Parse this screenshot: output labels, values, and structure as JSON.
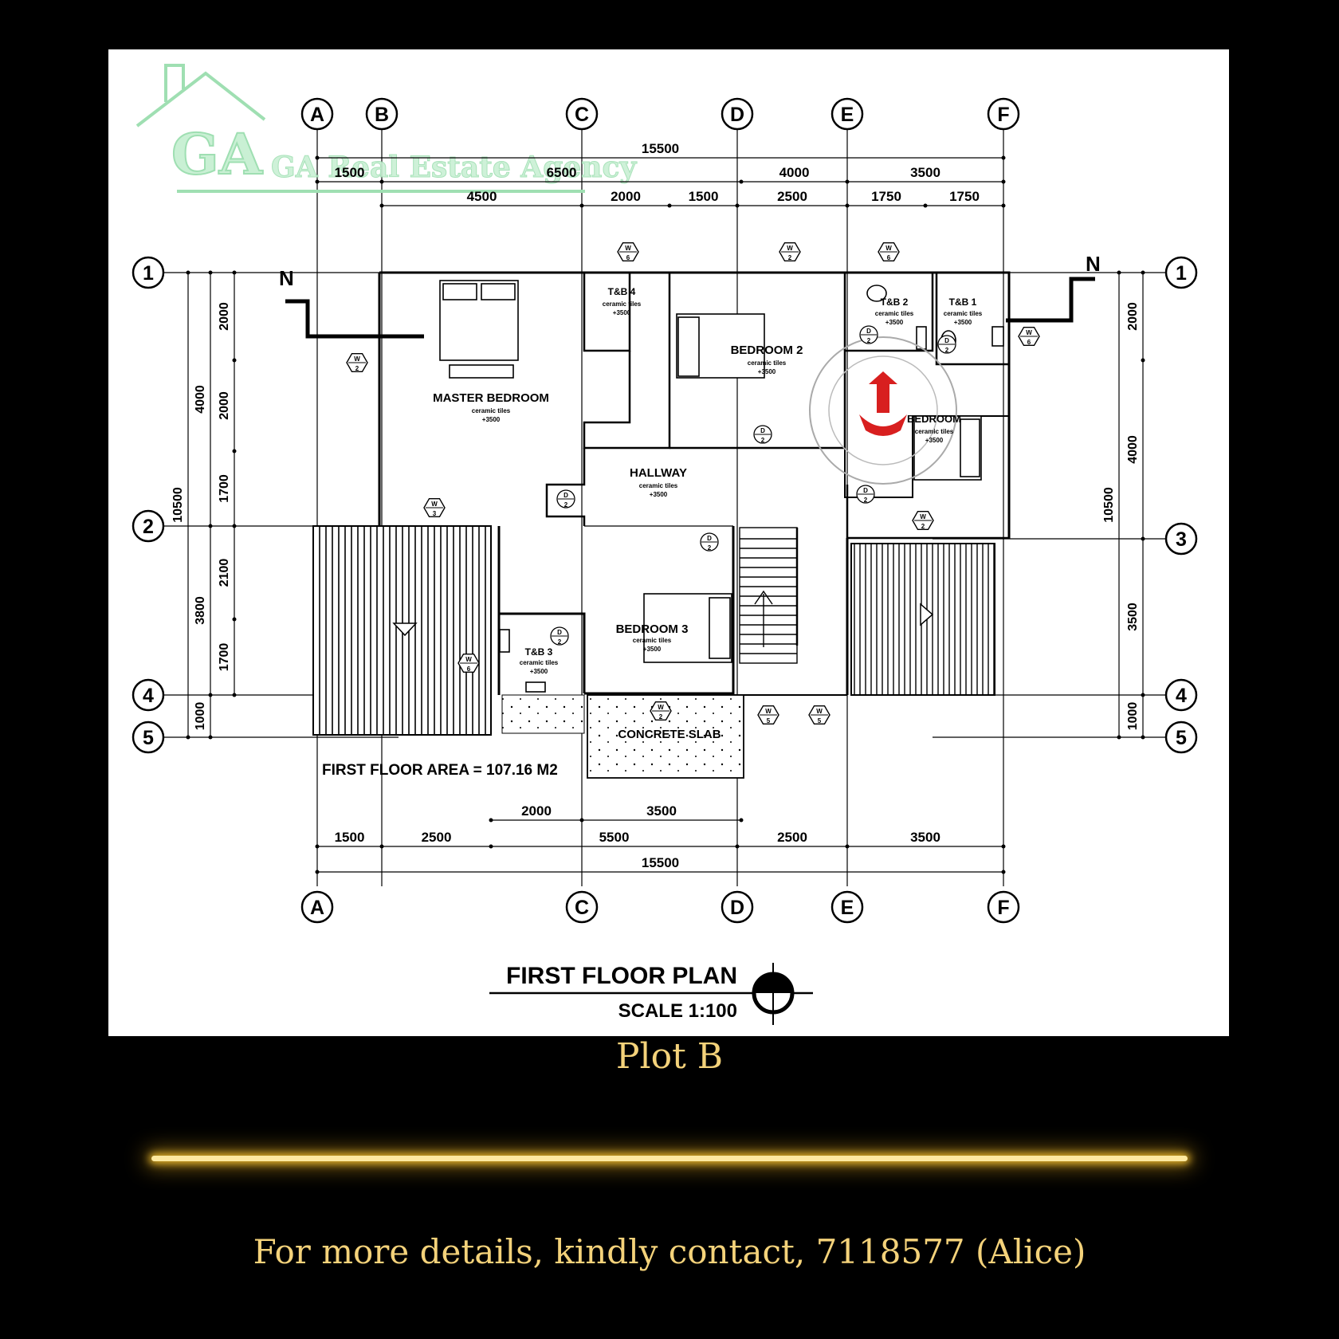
{
  "plan": {
    "title": "FIRST FLOOR PLAN",
    "scale": "SCALE 1:100",
    "area_note": "FIRST FLOOR AREA = 107.16 M2",
    "watermark": "GA Real Estate Agency",
    "grid_cols": [
      "A",
      "B",
      "C",
      "D",
      "E",
      "F"
    ],
    "grid_cols_bottom": [
      "A",
      "C",
      "D",
      "E",
      "F"
    ],
    "grid_rows_left": [
      "1",
      "2",
      "4",
      "5"
    ],
    "grid_rows_right": [
      "1",
      "3",
      "4",
      "5"
    ],
    "dims_top": {
      "total": "15500",
      "row2": [
        "1500",
        "6500",
        "4000",
        "3500"
      ],
      "row3": [
        "4500",
        "2000",
        "1500",
        "2500",
        "1750",
        "1750"
      ]
    },
    "dims_bottom": {
      "row1": [
        "2000",
        "3500"
      ],
      "row2": [
        "1500",
        "2500",
        "5500",
        "2500",
        "3500"
      ],
      "total": "15500"
    },
    "dims_left": {
      "total": "10500",
      "segments": [
        "4000",
        "3800",
        "1000"
      ],
      "sub": [
        "2000",
        "2000",
        "1700",
        "2100",
        "1700"
      ]
    },
    "dims_right": {
      "total": "10500",
      "segments": [
        "2000",
        "4000",
        "3500",
        "1000"
      ]
    },
    "rooms": {
      "master": "MASTER BEDROOM",
      "bedroom2": "BEDROOM 2",
      "bedroom1": "BEDROOM",
      "bedroom3": "BEDROOM 3",
      "hallway": "HALLWAY",
      "tb4": "T&B 4",
      "tb2": "T&B 2",
      "tb1": "T&B 1",
      "tb3": "T&B 3",
      "slab": "CONCRETE SLAB",
      "finish": "ceramic tiles",
      "level": "+3500"
    },
    "tags": {
      "w": "W",
      "d": "D"
    }
  },
  "captions": {
    "plot": "Plot B",
    "contact": "For more details, kindly contact, 7118577 (Alice)"
  },
  "colors": {
    "caption": "#f4d27a",
    "glow": "#e7b52c",
    "watermark": "#9fdfb2",
    "seal": "#d81f1f"
  }
}
